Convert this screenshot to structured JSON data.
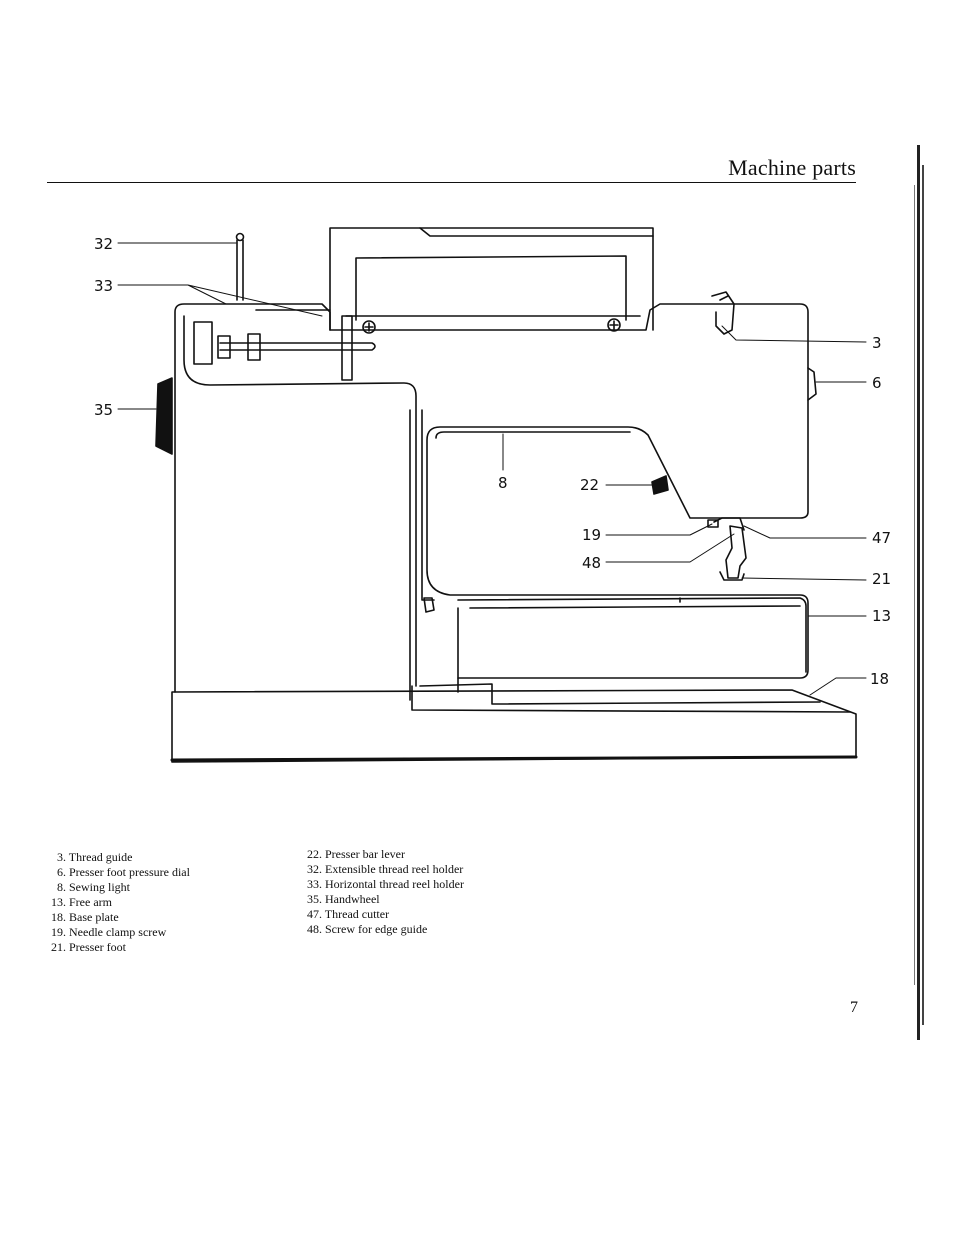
{
  "page": {
    "title": "Machine parts",
    "number": "7"
  },
  "callouts": {
    "c32": "32",
    "c33": "33",
    "c35": "35",
    "c3": "3",
    "c6": "6",
    "c8": "8",
    "c22": "22",
    "c19": "19",
    "c48": "48",
    "c47": "47",
    "c21": "21",
    "c13": "13",
    "c18": "18"
  },
  "legend": {
    "left": [
      {
        "num": "3.",
        "label": "Thread guide"
      },
      {
        "num": "6.",
        "label": "Presser foot pressure dial"
      },
      {
        "num": "8.",
        "label": "Sewing light"
      },
      {
        "num": "13.",
        "label": "Free arm"
      },
      {
        "num": "18.",
        "label": "Base plate"
      },
      {
        "num": "19.",
        "label": "Needle clamp screw"
      },
      {
        "num": "21.",
        "label": "Presser foot"
      }
    ],
    "right": [
      {
        "num": "22.",
        "label": "Presser bar lever"
      },
      {
        "num": "32.",
        "label": "Extensible thread reel holder"
      },
      {
        "num": "33.",
        "label": "Horizontal thread reel holder"
      },
      {
        "num": "35.",
        "label": "Handwheel"
      },
      {
        "num": "47.",
        "label": "Thread cutter"
      },
      {
        "num": "48.",
        "label": "Screw for edge guide"
      }
    ]
  }
}
